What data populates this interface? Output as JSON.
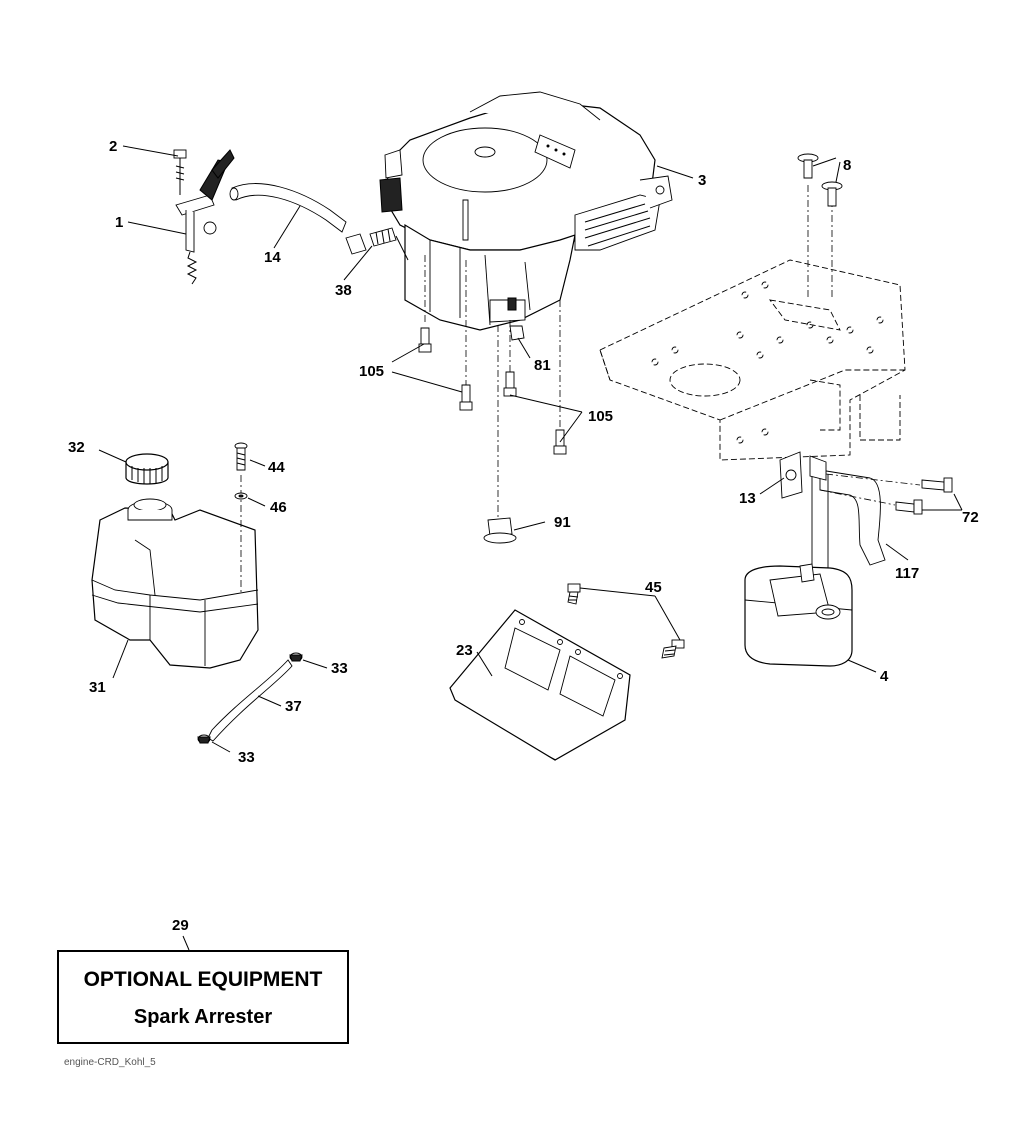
{
  "labels": {
    "l1": "1",
    "l2": "2",
    "l3": "3",
    "l4": "4",
    "l8": "8",
    "l13": "13",
    "l14": "14",
    "l23": "23",
    "l29": "29",
    "l31": "31",
    "l32": "32",
    "l33a": "33",
    "l33b": "33",
    "l37": "37",
    "l38": "38",
    "l44": "44",
    "l45": "45",
    "l46": "46",
    "l72": "72",
    "l81": "81",
    "l91": "91",
    "l105a": "105",
    "l105b": "105",
    "l117": "117"
  },
  "optional": {
    "title": "OPTIONAL EQUIPMENT",
    "subtitle": "Spark Arrester"
  },
  "footer": {
    "drawing_id": "engine-CRD_Kohl_5"
  }
}
